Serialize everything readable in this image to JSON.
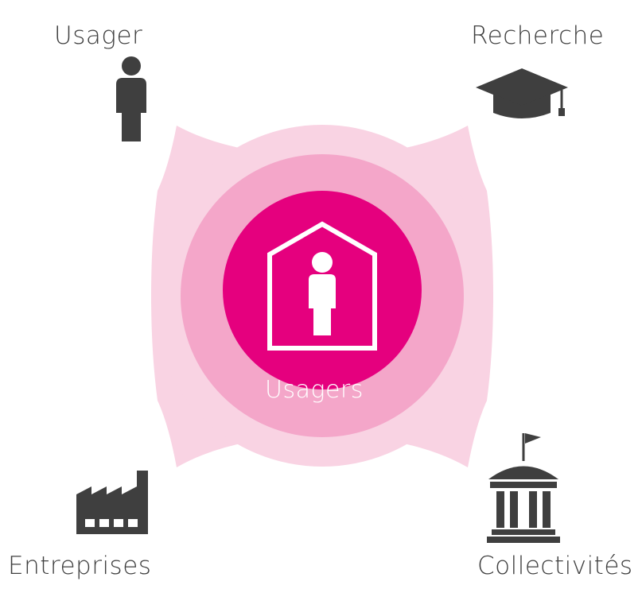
{
  "center": {
    "label": "Usagers",
    "icon": "home-person-icon"
  },
  "corners": {
    "top_left": {
      "label": "Usager",
      "icon": "person-icon"
    },
    "top_right": {
      "label": "Recherche",
      "icon": "graduation-cap-icon"
    },
    "bottom_left": {
      "label": "Entreprises",
      "icon": "factory-icon"
    },
    "bottom_right": {
      "label": "Collectivités",
      "icon": "town-hall-icon"
    }
  },
  "colors": {
    "outer_ring": "#f9d3e3",
    "middle_ring": "#f4a6c9",
    "core": "#e5007e",
    "icon_dark": "#3f3f3f",
    "text_dark": "#3f3f3f",
    "text_light": "#ffffff"
  }
}
